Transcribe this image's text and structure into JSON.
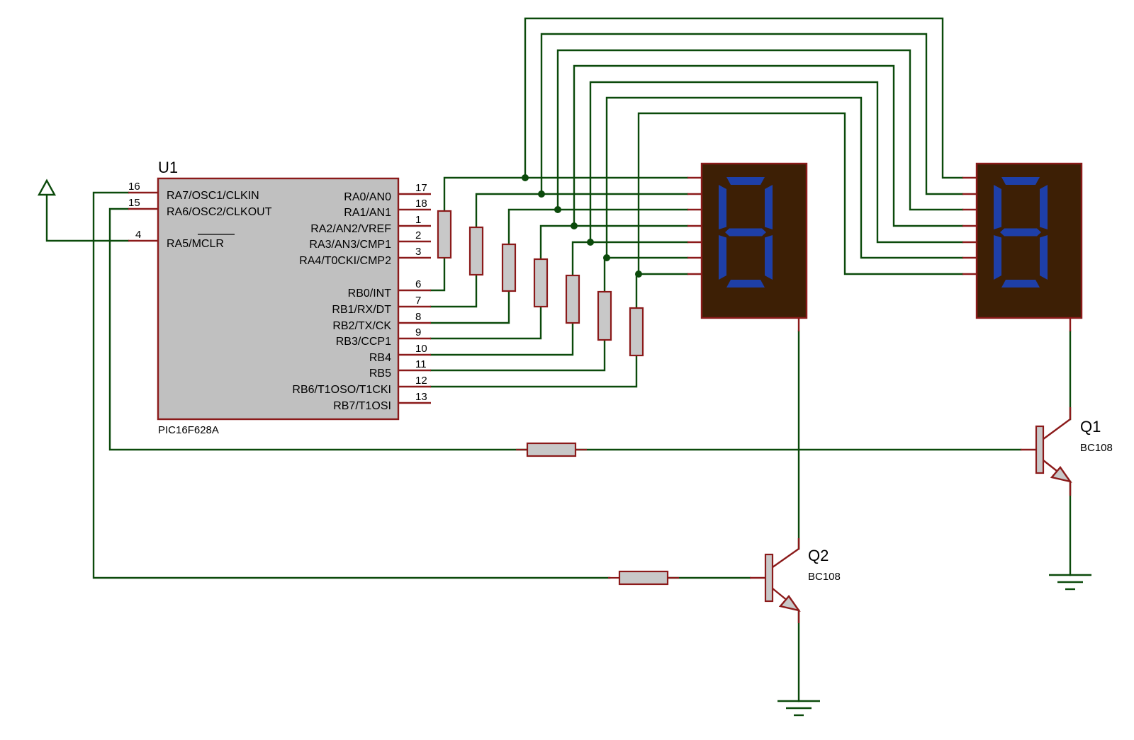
{
  "colors": {
    "wire": "#0b4a0b",
    "pin": "#8b1a1a",
    "ic_body": "#c0c0c0",
    "resistor_body": "#c8c8c8",
    "display_body": "#3d1f05",
    "segment": "#1e3fa8",
    "junction": "#0b4a0b"
  },
  "u1": {
    "refdes": "U1",
    "part": "PIC16F628A",
    "pins_left": [
      {
        "num": "16",
        "label": "RA7/OSC1/CLKIN"
      },
      {
        "num": "15",
        "label": "RA6/OSC2/CLKOUT"
      },
      {
        "num": "4",
        "label": "RA5/MCLR"
      }
    ],
    "pins_right": [
      {
        "num": "17",
        "label": "RA0/AN0"
      },
      {
        "num": "18",
        "label": "RA1/AN1"
      },
      {
        "num": "1",
        "label": "RA2/AN2/VREF"
      },
      {
        "num": "2",
        "label": "RA3/AN3/CMP1"
      },
      {
        "num": "3",
        "label": "RA4/T0CKI/CMP2"
      },
      {
        "num": "6",
        "label": "RB0/INT"
      },
      {
        "num": "7",
        "label": "RB1/RX/DT"
      },
      {
        "num": "8",
        "label": "RB2/TX/CK"
      },
      {
        "num": "9",
        "label": "RB3/CCP1"
      },
      {
        "num": "10",
        "label": "RB4"
      },
      {
        "num": "11",
        "label": "RB5"
      },
      {
        "num": "12",
        "label": "RB6/T1OSO/T1CKI"
      },
      {
        "num": "13",
        "label": "RB7/T1OSI"
      }
    ]
  },
  "q1": {
    "refdes": "Q1",
    "part": "BC108"
  },
  "q2": {
    "refdes": "Q2",
    "part": "BC108"
  },
  "symbols": {
    "vcc": "power-arrow-icon",
    "ground": "ground-icon",
    "display": "seven-segment-display-icon"
  }
}
